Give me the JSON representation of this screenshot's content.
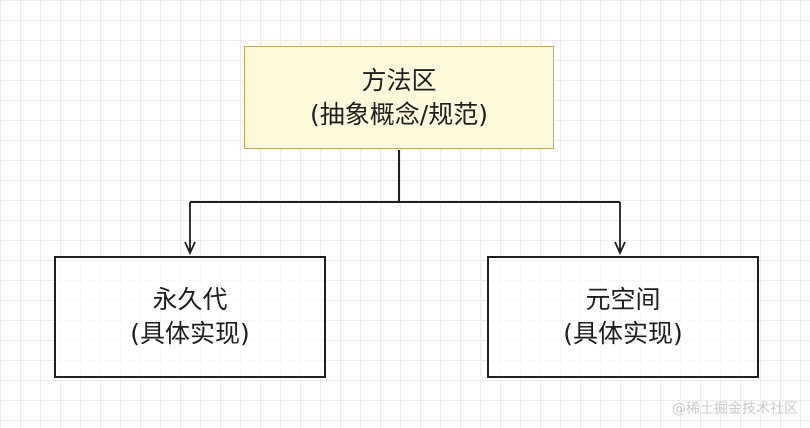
{
  "diagram": {
    "root": {
      "line1": "方法区",
      "line2": "(抽象概念/规范)"
    },
    "left": {
      "line1": "永久代",
      "line2": "(具体实现)"
    },
    "right": {
      "line1": "元空间",
      "line2": "(具体实现)"
    },
    "colors": {
      "root_fill": "#fff9db",
      "root_stroke": "#c9a94a",
      "stroke": "#1e1e1e",
      "grid": "#ececec"
    }
  },
  "watermark": "@稀土掘金技术社区"
}
